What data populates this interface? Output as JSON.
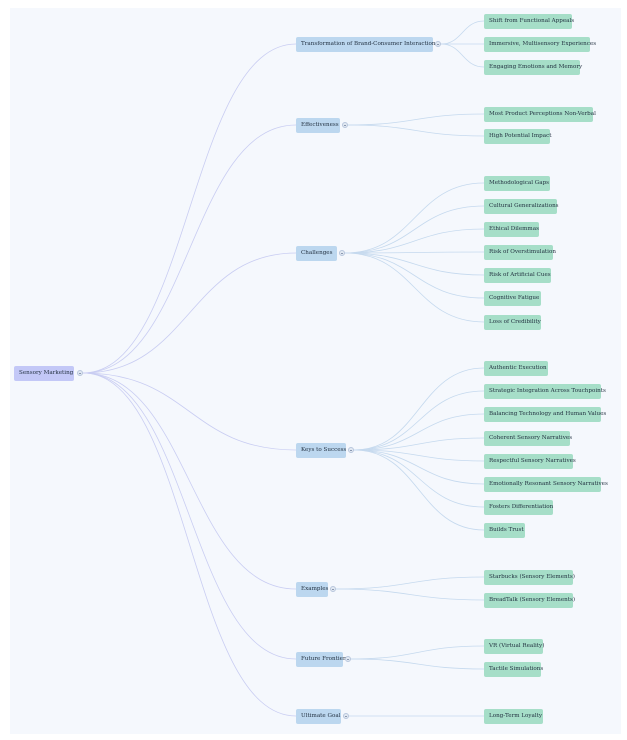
{
  "mindmap": {
    "root": "Sensory Marketing",
    "branches": [
      {
        "label": "Transformation of Brand-Consumer Interactions",
        "leaves": [
          "Shift from Functional Appeals",
          "Immersive, Multisensory Experiences",
          "Engaging Emotions and Memory"
        ]
      },
      {
        "label": "Effectiveness",
        "leaves": [
          "Most Product Perceptions Non-Verbal",
          "High Potential Impact"
        ]
      },
      {
        "label": "Challenges",
        "leaves": [
          "Methodological Gaps",
          "Cultural Generalizations",
          "Ethical Dilemmas",
          "Risk of Overstimulation",
          "Risk of Artificial Cues",
          "Cognitive Fatigue",
          "Loss of Credibility"
        ]
      },
      {
        "label": "Keys to Success",
        "leaves": [
          "Authentic Execution",
          "Strategic Integration Across Touchpoints",
          "Balancing Technology and Human Values",
          "Coherent Sensory Narratives",
          "Respectful Sensory Narratives",
          "Emotionally Resonant Sensory Narratives",
          "Fosters Differentiation",
          "Builds Trust"
        ]
      },
      {
        "label": "Examples",
        "leaves": [
          "Starbucks (Sensory Elements)",
          "BreadTalk (Sensory Elements)"
        ]
      },
      {
        "label": "Future Frontiers",
        "leaves": [
          "VR (Virtual Reality)",
          "Tactile Simulations"
        ]
      },
      {
        "label": "Ultimate Goal",
        "leaves": [
          "Long-Term Loyalty"
        ]
      }
    ]
  },
  "colors": {
    "root_fill": "#c3c8f7",
    "branch_fill": "#bcd7ef",
    "leaf_fill": "#a6dec8",
    "link_root": "#c9cdf2",
    "link_branch": "#c5d9ee",
    "background": "#f5f8fd"
  },
  "icons": {
    "collapse_toggle": "minus-circle-icon"
  }
}
